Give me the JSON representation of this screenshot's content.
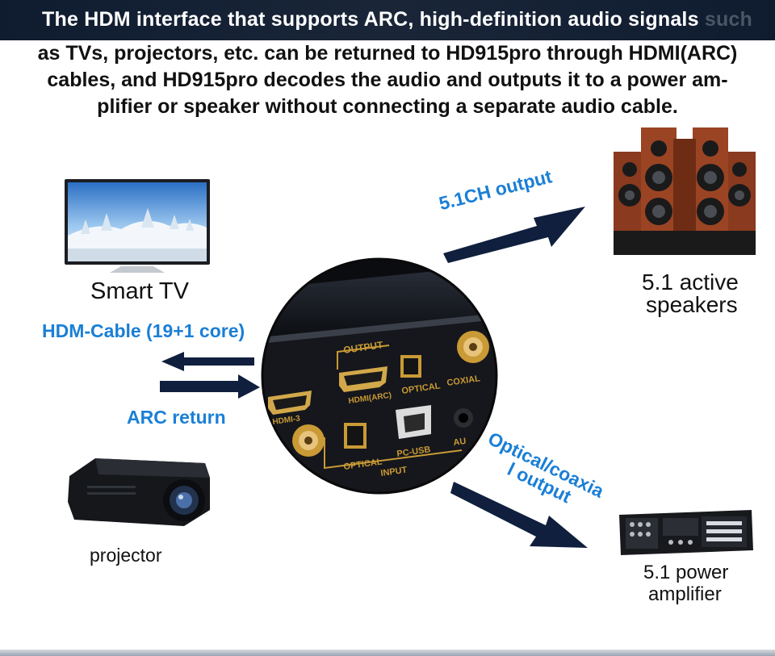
{
  "header": {
    "line1_main": "The HDM interface that supports ARC, high-definition audio signals",
    "line1_tail": "such",
    "line2": "as TVs, projectors, etc. can be returned to HD915pro through HDMI(ARC)",
    "line3": "cables, and HD915pro decodes the audio and outputs it to a power am-",
    "line4": "plifier or speaker without connecting a separate audio cable."
  },
  "devices": {
    "tv_label": "Smart TV",
    "projector_label": "projector",
    "speakers_label_1": "5.1 active",
    "speakers_label_2": "speakers",
    "amp_label_1": "5.1 power",
    "amp_label_2": "amplifier"
  },
  "connections": {
    "hdmi_cable": "HDM-Cable (19+1 core)",
    "arc_return": "ARC return",
    "output_51": "5.1CH output",
    "optical_line1": "Optical/coaxia",
    "optical_line2": "l output"
  },
  "panel": {
    "output_title": "OUTPUT",
    "hdmi_arc": "HDMI(ARC)",
    "optical_out": "OPTICAL",
    "coaxial_out": "COXIAL",
    "hdmi3": "HDMI-3",
    "optical_in": "OPTICAL",
    "pcusb": "PC-USB",
    "input_title": "INPUT",
    "aux": "AU"
  },
  "colors": {
    "accent_blue": "#1a7fd6",
    "arrow_navy": "#0f1f3d",
    "panel_gold": "#c99a35"
  }
}
